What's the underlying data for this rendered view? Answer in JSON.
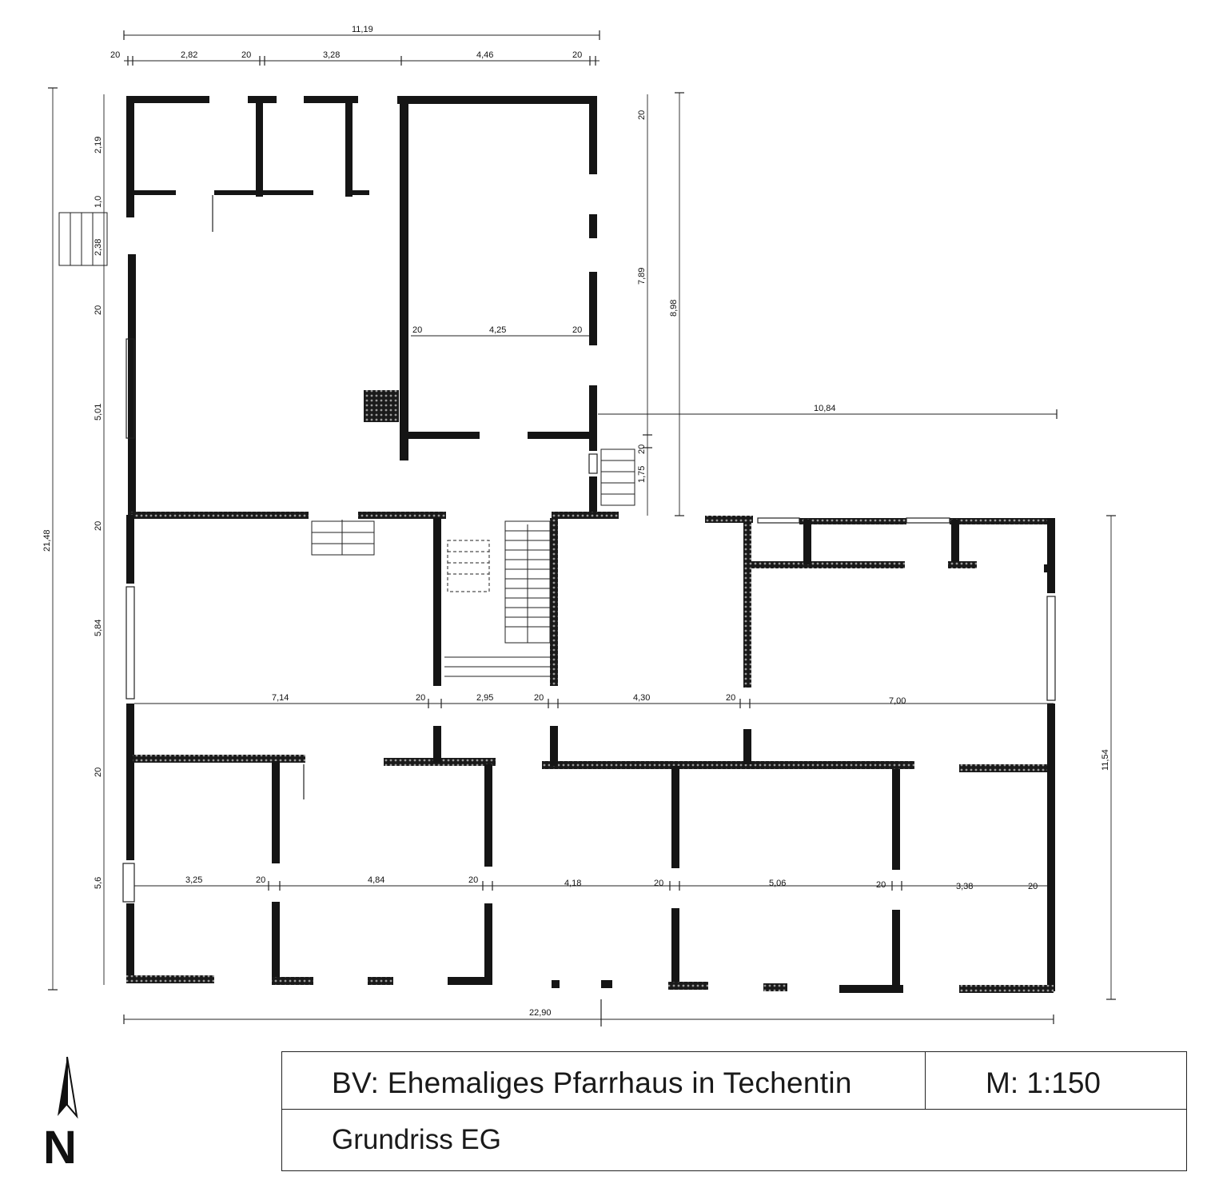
{
  "title_block": {
    "project": "BV: Ehemaliges Pfarrhaus in Techentin",
    "scale": "M: 1:150",
    "drawing": "Grundriss EG"
  },
  "north_arrow": {
    "letter": "N"
  },
  "dimensions": {
    "top_total": "11,19",
    "top_20a": "20",
    "top_a": "2,82",
    "top_20b": "20",
    "top_b": "3,28",
    "top_c": "4,46",
    "top_20c": "20",
    "inner_20a": "20",
    "inner_width": "4,25",
    "inner_20b": "20",
    "right_wing_width": "10,84",
    "corridor_a": "7,14",
    "corridor_20a": "20",
    "corridor_b": "2,95",
    "corridor_20b": "20",
    "corridor_c": "4,30",
    "corridor_20c": "20",
    "corridor_d": "7,00",
    "south_a": "3,25",
    "south_20a": "20",
    "south_b": "4,84",
    "south_20b": "20",
    "south_c": "4,18",
    "south_20c": "20",
    "south_d": "5,06",
    "south_20d": "20",
    "south_e": "3,38",
    "south_20e": "20",
    "bottom_total": "22,90",
    "left_total": "21,48",
    "left_a": "2,19",
    "left_b": "1,0",
    "left_c": "2,38",
    "left_20a": "20",
    "left_d": "5,01",
    "left_20b": "20",
    "left_e": "5,84",
    "left_20c": "20",
    "left_f": "5,6",
    "right_top_20": "20",
    "right_a": "7,89",
    "right_b": "8,98",
    "right_20": "20",
    "right_c": "1,75",
    "right_total": "11,54"
  }
}
